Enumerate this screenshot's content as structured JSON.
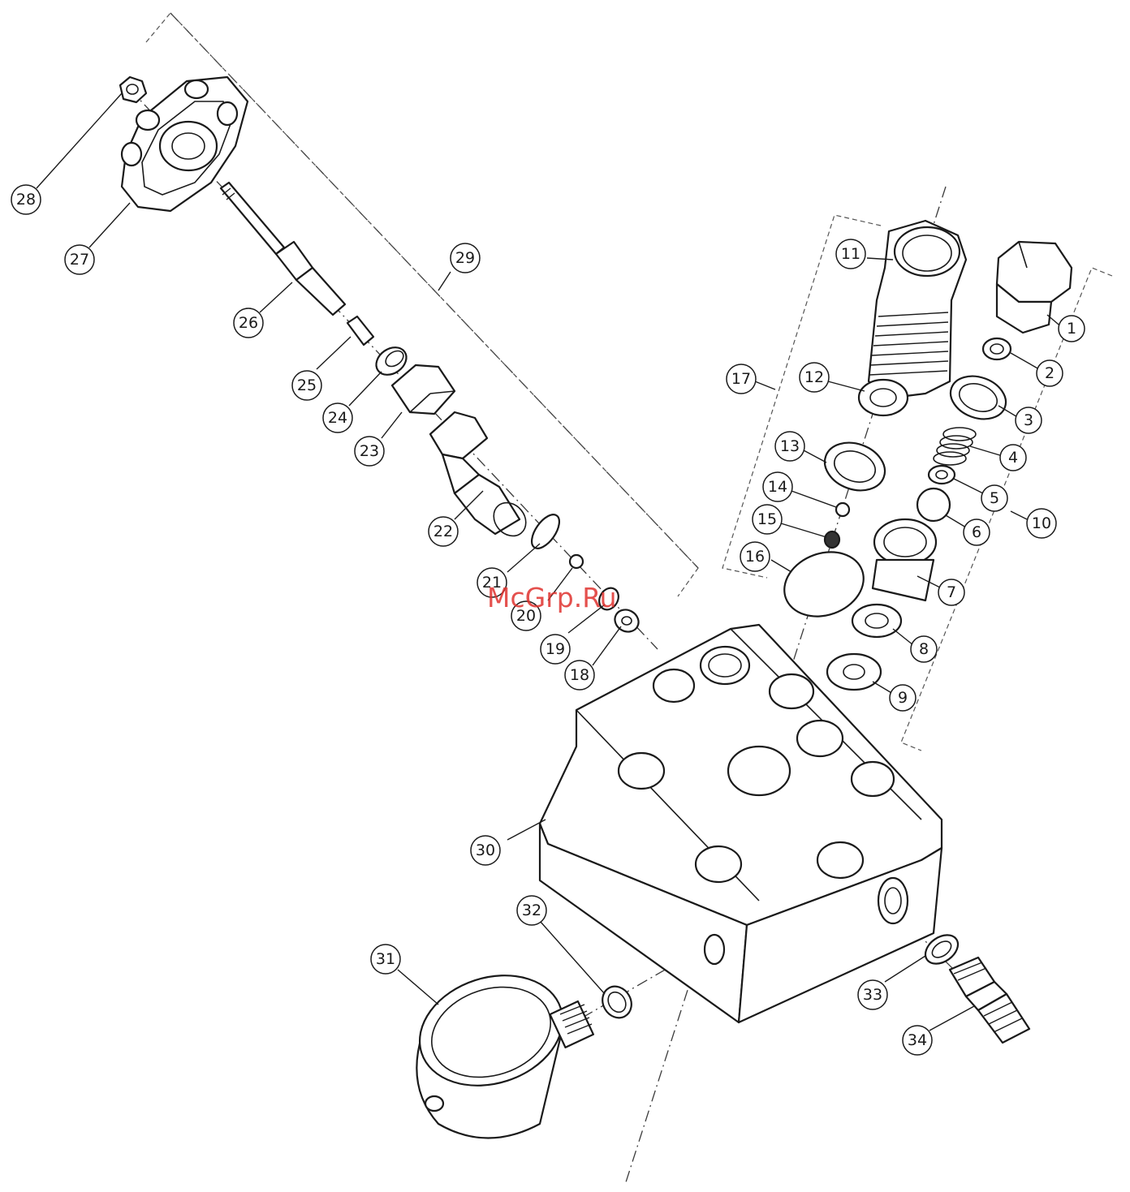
{
  "watermark": "McGrp.Ru",
  "callouts": [
    {
      "id": "c1",
      "label": "1"
    },
    {
      "id": "c2",
      "label": "2"
    },
    {
      "id": "c3",
      "label": "3"
    },
    {
      "id": "c4",
      "label": "4"
    },
    {
      "id": "c5",
      "label": "5"
    },
    {
      "id": "c6",
      "label": "6"
    },
    {
      "id": "c7",
      "label": "7"
    },
    {
      "id": "c8",
      "label": "8"
    },
    {
      "id": "c9",
      "label": "9"
    },
    {
      "id": "c10",
      "label": "10"
    },
    {
      "id": "c11",
      "label": "11"
    },
    {
      "id": "c12",
      "label": "12"
    },
    {
      "id": "c13",
      "label": "13"
    },
    {
      "id": "c14",
      "label": "14"
    },
    {
      "id": "c15",
      "label": "15"
    },
    {
      "id": "c16",
      "label": "16"
    },
    {
      "id": "c17",
      "label": "17"
    },
    {
      "id": "c18",
      "label": "18"
    },
    {
      "id": "c19",
      "label": "19"
    },
    {
      "id": "c20",
      "label": "20"
    },
    {
      "id": "c21",
      "label": "21"
    },
    {
      "id": "c22",
      "label": "22"
    },
    {
      "id": "c23",
      "label": "23"
    },
    {
      "id": "c24",
      "label": "24"
    },
    {
      "id": "c25",
      "label": "25"
    },
    {
      "id": "c26",
      "label": "26"
    },
    {
      "id": "c27",
      "label": "27"
    },
    {
      "id": "c28",
      "label": "28"
    },
    {
      "id": "c29",
      "label": "29"
    },
    {
      "id": "c30",
      "label": "30"
    },
    {
      "id": "c31",
      "label": "31"
    },
    {
      "id": "c32",
      "label": "32"
    },
    {
      "id": "c33",
      "label": "33"
    },
    {
      "id": "c34",
      "label": "34"
    }
  ]
}
